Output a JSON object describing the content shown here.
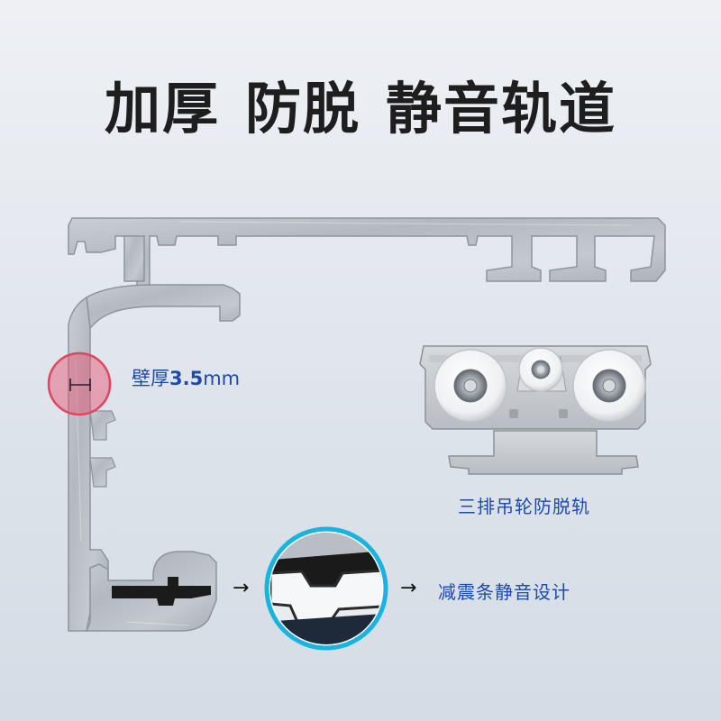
{
  "headline": {
    "part1": "加厚",
    "part2": "防脱",
    "part3": "静音轨道"
  },
  "wall_thickness": {
    "prefix": "壁厚",
    "value": "3.5",
    "unit": "mm"
  },
  "roller_caption": "三排吊轮防脱轨",
  "damping_caption": "减震条静音设计",
  "arrows": [
    "→",
    "→"
  ],
  "colors": {
    "headline": "#1e1e1e",
    "accent_text": "#1f4aa8",
    "highlight_circle": "#e0455f",
    "lens_ring": "#19b3e0"
  }
}
